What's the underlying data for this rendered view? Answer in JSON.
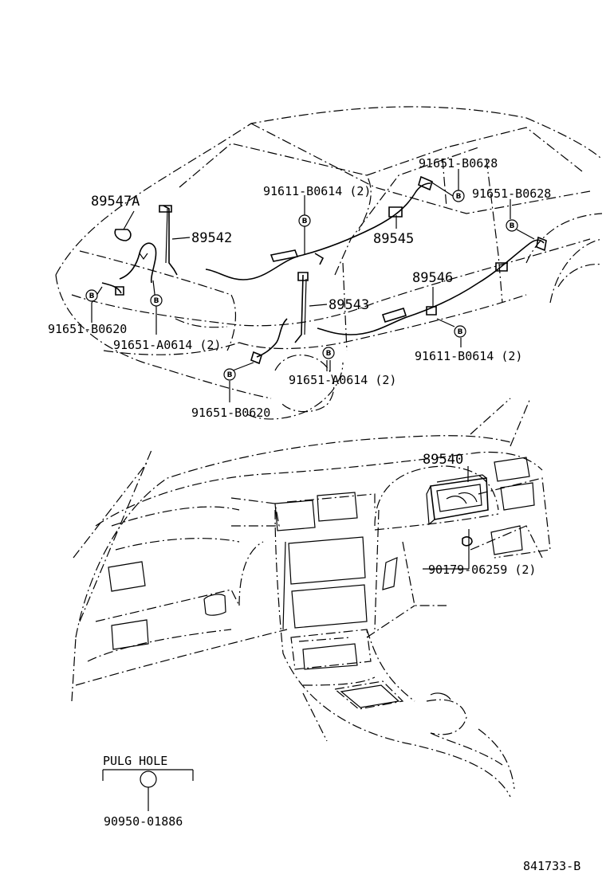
{
  "diagram": {
    "parts": {
      "p1": "89547A",
      "p2": "89542",
      "p3": "89543",
      "p4": "89545",
      "p5": "89546",
      "p6": "89540"
    },
    "fasteners": {
      "f1": "91651-B0628",
      "f2": "91651-B0628",
      "f3": "91611-B0614 (2)",
      "f4": "91651-B0620",
      "f5": "91651-A0614 (2)",
      "f6": "91651-A0614 (2)",
      "f7": "91611-B0614 (2)",
      "f8": "91651-B0620",
      "f9": "90179-06259 (2)"
    },
    "bolt_marker": "B",
    "legend": {
      "title": "PULG HOLE",
      "part": "90950-01886"
    },
    "figure_number": "841733-B"
  }
}
